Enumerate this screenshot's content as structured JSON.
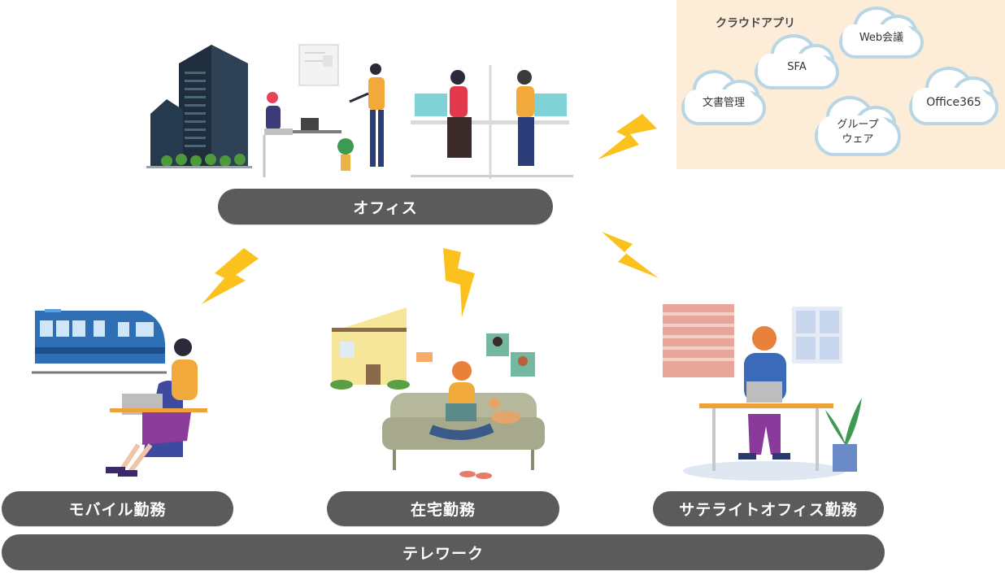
{
  "diagram": {
    "office": {
      "label": "オフィス"
    },
    "cloud_apps": {
      "title": "クラウドアプリ",
      "items": [
        "Web会議",
        "SFA",
        "文書管理",
        "Office365",
        "グループ\nウェア"
      ]
    },
    "work_styles": [
      {
        "label": "モバイル勤務"
      },
      {
        "label": "在宅勤務"
      },
      {
        "label": "サテライトオフィス勤務"
      }
    ],
    "telework": {
      "label": "テレワーク"
    },
    "colors": {
      "pill": "#5b5b5b",
      "bolt": "#fbc21e",
      "cloud_border": "#b8d6e4",
      "cloud_panel": "#fcecd8"
    }
  }
}
